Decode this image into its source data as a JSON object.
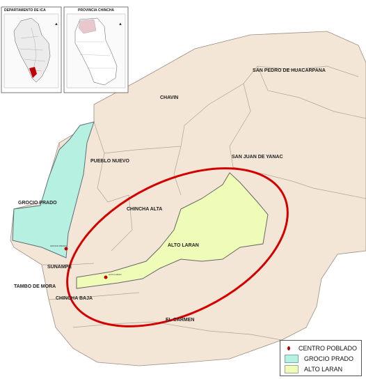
{
  "districts": {
    "grocio_prado": "GROCIO PRADO",
    "pueblo_nuevo": "PUEBLO NUEVO",
    "chavin": "CHAVIN",
    "san_pedro": "SAN PEDRO DE HUACARPANA",
    "san_juan": "SAN JUAN DE YANAC",
    "chincha_alta": "CHINCHA ALTA",
    "alto_laran": "ALTO LARAN",
    "sunampe": "SUNAMPE",
    "tambo_de_mora": "TAMBO DE MORA",
    "chincha_baja": "CHINCHA BAJA",
    "el_carmen": "EL CARMEN"
  },
  "settlements": {
    "grocio_prado": "GROCIO PRADO",
    "alto_laran": "ALTO LARAN"
  },
  "insets": {
    "ica_title": "DEPARTAMENTO DE ICA",
    "chincha_title": "PROVINCIA CHINCHA"
  },
  "legend": {
    "items": [
      {
        "label": "CENTRO POBLADO",
        "color": "#c00000",
        "symbol": "dot"
      },
      {
        "label": "GROCIO PRADO",
        "color": "#b6f0e0",
        "symbol": "box"
      },
      {
        "label": "ALTO LARAN",
        "color": "#eefcb8",
        "symbol": "box"
      }
    ]
  },
  "colors": {
    "background_district": "#f3e6d6",
    "border": "#9a8d80",
    "highlight_ellipse": "#d40000"
  }
}
